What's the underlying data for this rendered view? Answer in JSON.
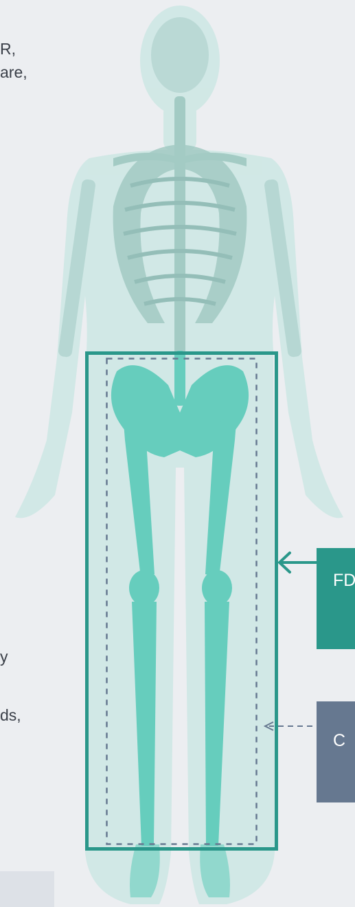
{
  "text_fragments": {
    "line1": "R,",
    "line2": "are,",
    "line3": "y",
    "line4": "ds,"
  },
  "callouts": {
    "primary": {
      "label": "FD",
      "color": "#2a978a"
    },
    "secondary": {
      "label": "C",
      "color": "#667890"
    }
  },
  "colors": {
    "background": "#eceef1",
    "body_fill": "#c8e6e1",
    "bone_fill": "#66cdbd",
    "upper_bone_fill": "#9cc6bf",
    "outer_box": "#2a978a",
    "inner_box_dashed": "#667890",
    "chip": "#dde1e7"
  }
}
